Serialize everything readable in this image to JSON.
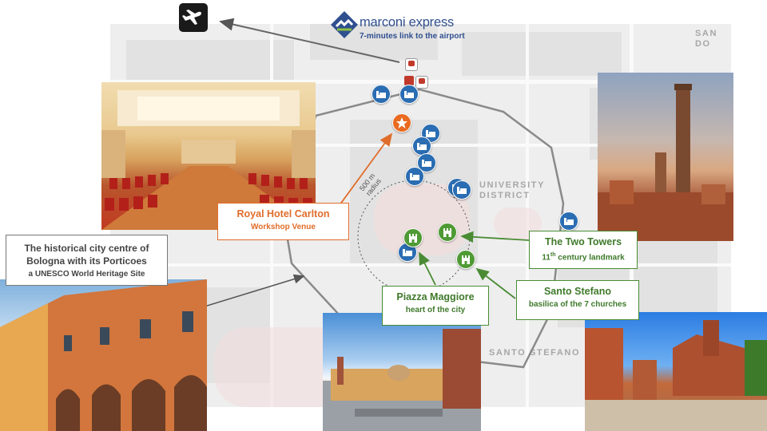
{
  "brand": {
    "name": "marconi express",
    "tagline": "7-minutes link to the airport",
    "logo_color": "#2f4f8f",
    "logo_accent": "#8cbf3f"
  },
  "icons": {
    "airport": "airplane-icon",
    "hotel": "bed-icon",
    "monument": "castle-icon",
    "venue": "star-icon",
    "train": "train-icon"
  },
  "map": {
    "districts": [
      "SAN DO",
      "UNIVERSITY DISTRICT",
      "SANTO STEFANO"
    ],
    "radius_label_value": "500 m",
    "radius_label_word": "radius"
  },
  "callouts": {
    "venue": {
      "title": "Royal Hotel Carlton",
      "subtitle": "Workshop Venue",
      "color": "#e06d2a"
    },
    "towers": {
      "title": "The Two Towers",
      "subtitle_num": "11",
      "subtitle_sup": "th",
      "subtitle_rest": " century landmark",
      "color": "#4a8b34"
    },
    "stefano": {
      "title": "Santo Stefano",
      "subtitle": "basilica of the 7 churches",
      "color": "#4a8b34"
    },
    "maggiore": {
      "title": "Piazza Maggiore",
      "subtitle": "heart of the city",
      "color": "#4a8b34"
    },
    "historic": {
      "line1": "The historical city centre of",
      "line2": "Bologna with its Porticoes",
      "line3": "a UNESCO World Heritage Site",
      "color": "#777777"
    }
  },
  "pins": {
    "hotels_count_shown": 10,
    "monuments_count_shown": 3,
    "venue_count_shown": 1
  },
  "colors": {
    "hotel_pin": "#2a6db2",
    "monument_pin": "#4f9a35",
    "venue_pin": "#e96a21",
    "ring_road": "#8a8a8a"
  }
}
